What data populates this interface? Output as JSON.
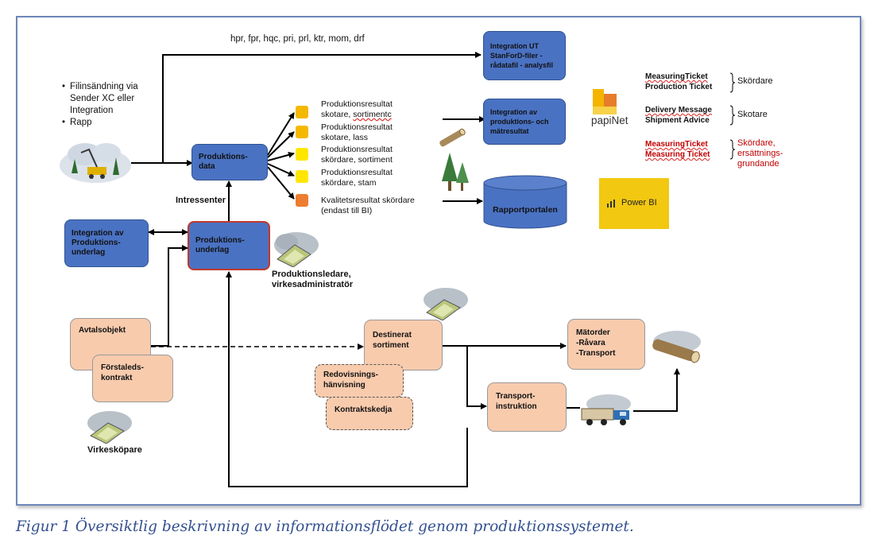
{
  "top_label": "hpr, fpr, hqc, pri, prl, ktr, mom, drf",
  "bullets": [
    "Filinsändning via Sender XC eller Integration",
    "Rapp"
  ],
  "nodes": {
    "integration_ut": "Integration UT StanForD-filer - rådatafil - analysfil",
    "integration_prod_mat": "Integration av produktions- och mätresultat",
    "produktionsdata": "Produktions- data",
    "intressenter": "Intressenter",
    "integration_underlag": "Integration av Produktions- underlag",
    "produktionsunderlag": "Produktions- underlag",
    "produktionsledare": "Produktionsledare, virkesadministratör",
    "rapportportalen": "Rapportportalen",
    "avtalsobjekt": "Avtalsobjekt",
    "forstaledskontrakt": "Förstaleds- kontrakt",
    "virkeskopare": "Virkesköpare",
    "destinerat": "Destinerat sortiment",
    "redovisning": "Redovisnings- hänvisning",
    "kontraktskedja": "Kontraktskedja",
    "matorder": [
      "Mätorder",
      "-Råvara",
      "-Transport"
    ],
    "transportinstruktion": "Transport- instruktion"
  },
  "results": [
    {
      "line1": "Produktionsresultat",
      "line2": "skotare, sortimentc",
      "color": "#f5b800"
    },
    {
      "line1": "Produktionsresultat",
      "line2": "skotare, lass",
      "color": "#f5b800"
    },
    {
      "line1": "Produktionsresultat",
      "line2": "skördare, sortiment",
      "color": "#ffe600"
    },
    {
      "line1": "Produktionsresultat",
      "line2": "skördare, stam",
      "color": "#ffe600"
    },
    {
      "line1": "Kvalitetsresultat skördare",
      "line2": "(endast till BI)",
      "color": "#ed7d31"
    }
  ],
  "papinet": {
    "logo": "papiNet",
    "groups": [
      {
        "items": [
          "MeasuringTicket",
          "Production Ticket"
        ],
        "label": "Skördare",
        "red": false
      },
      {
        "items": [
          "Delivery Message",
          "Shipment Advice"
        ],
        "label": "Skotare",
        "red": false
      },
      {
        "items": [
          "MeasuringTicket",
          "Measuring Ticket"
        ],
        "label": "Skördare, ersättnings- grundande",
        "red": true
      }
    ]
  },
  "powerbi": {
    "label": "Power BI",
    "bg": "#f2c811"
  },
  "caption": "Figur 1 Översiktlig beskrivning av informationsflödet genom produktionssystemet."
}
